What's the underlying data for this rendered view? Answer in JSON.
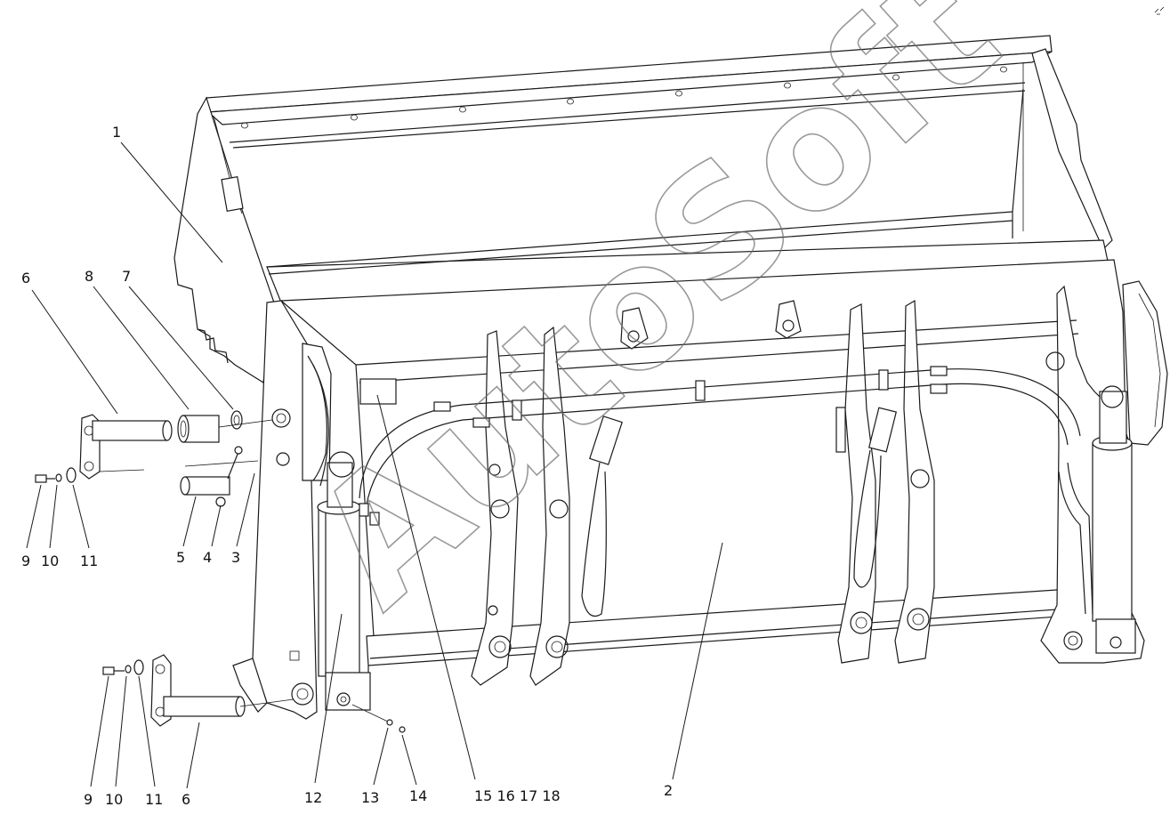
{
  "watermark": "AutoSoft",
  "callouts": [
    {
      "id": "c1",
      "label": "1"
    },
    {
      "id": "c2",
      "label": "2"
    },
    {
      "id": "c3",
      "label": "3"
    },
    {
      "id": "c4",
      "label": "4"
    },
    {
      "id": "c5",
      "label": "5"
    },
    {
      "id": "c6a",
      "label": "6"
    },
    {
      "id": "c6b",
      "label": "6"
    },
    {
      "id": "c7",
      "label": "7"
    },
    {
      "id": "c8",
      "label": "8"
    },
    {
      "id": "c9a",
      "label": "9"
    },
    {
      "id": "c9b",
      "label": "9"
    },
    {
      "id": "c10a",
      "label": "10"
    },
    {
      "id": "c10b",
      "label": "10"
    },
    {
      "id": "c11a",
      "label": "11"
    },
    {
      "id": "c11b",
      "label": "11"
    },
    {
      "id": "c12",
      "label": "12"
    },
    {
      "id": "c13",
      "label": "13"
    },
    {
      "id": "c14",
      "label": "14"
    },
    {
      "id": "c15",
      "label": "15 16 17 18"
    }
  ]
}
